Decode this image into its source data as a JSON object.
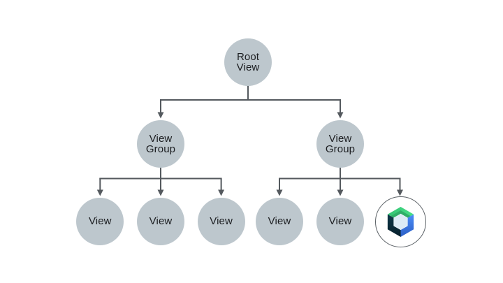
{
  "diagram": {
    "nodes": {
      "root": {
        "line1": "Root",
        "line2": "View"
      },
      "group_left": {
        "line1": "View",
        "line2": "Group"
      },
      "group_right": {
        "line1": "View",
        "line2": "Group"
      },
      "view_1": {
        "label": "View"
      },
      "view_2": {
        "label": "View"
      },
      "view_3": {
        "label": "View"
      },
      "view_4": {
        "label": "View"
      },
      "view_5": {
        "label": "View"
      },
      "compose": {
        "icon": "jetpack-compose-logo"
      }
    }
  },
  "colors": {
    "background": "#ffffff",
    "node_fill": "#bdc7cd",
    "connector": "#54595e",
    "text_color": "#1c1e21",
    "compose_ring": "#5b6166",
    "compose_green_light": "#46df87",
    "compose_green_mid": "#33c173",
    "compose_green_dark": "#2fae68",
    "compose_blue_light": "#4c8df8",
    "compose_blue_dark": "#2b5fc6",
    "compose_navy": "#0b2d3d",
    "compose_inner": "#dcebf6"
  }
}
